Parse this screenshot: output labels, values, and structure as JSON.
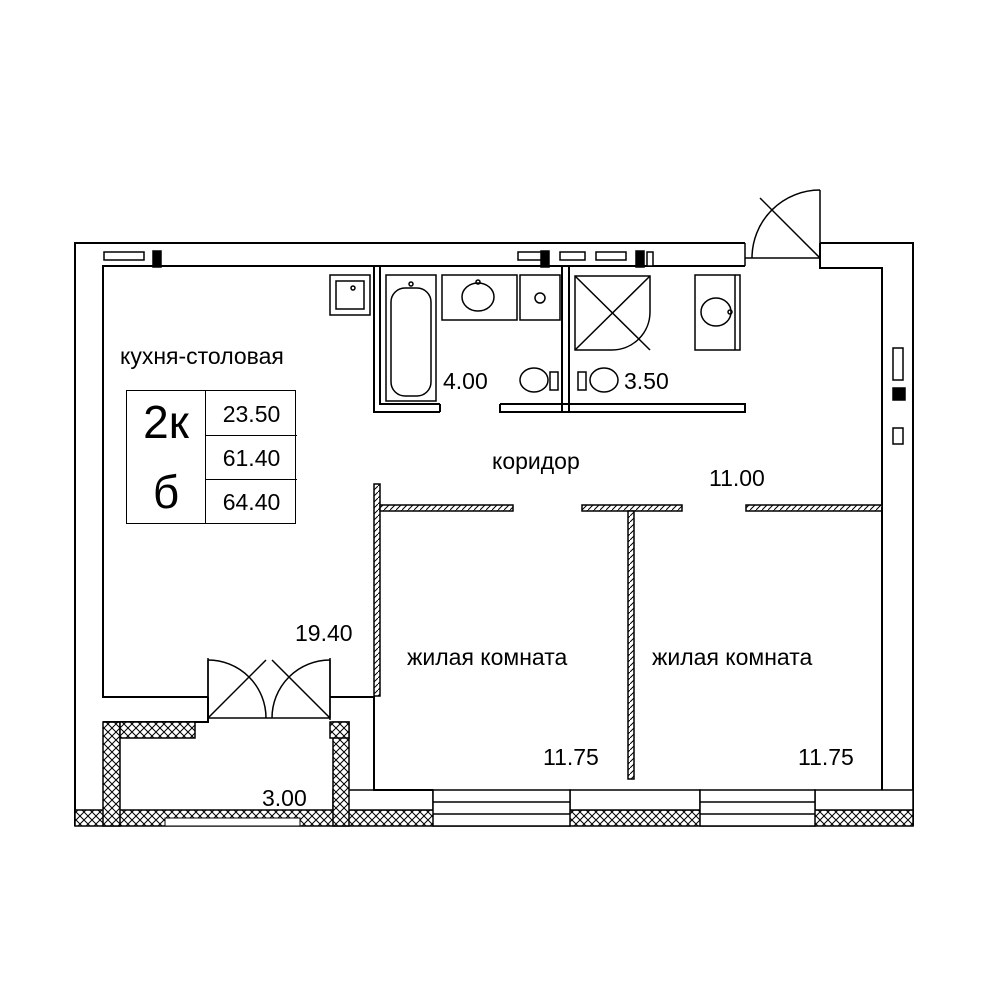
{
  "plan": {
    "rooms": {
      "kitchen": {
        "label": "кухня-столовая",
        "area": "19.40"
      },
      "bathroom": {
        "area": "4.00"
      },
      "toilet": {
        "area": "3.50"
      },
      "corridor": {
        "label": "коридор",
        "area": "11.00"
      },
      "bedroom_left": {
        "label": "жилая комната",
        "area": "11.75"
      },
      "bedroom_right": {
        "label": "жилая комната",
        "area": "11.75"
      },
      "balcony": {
        "area": "3.00"
      }
    },
    "badge": {
      "rooms_code": "2к",
      "section_code": "б",
      "living_area": "23.50",
      "total_area": "61.40",
      "total_area_with_balcony": "64.40"
    }
  }
}
